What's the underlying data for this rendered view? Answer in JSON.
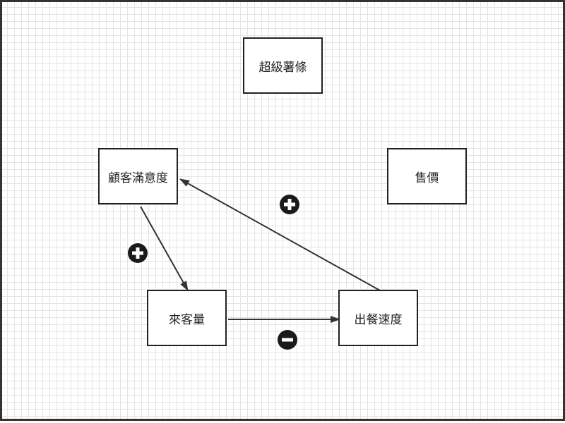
{
  "nodes": [
    {
      "id": "fries",
      "label": "超級薯條"
    },
    {
      "id": "satisfaction",
      "label": "顧客滿意度"
    },
    {
      "id": "price",
      "label": "售價"
    },
    {
      "id": "traffic",
      "label": "來客量"
    },
    {
      "id": "speed",
      "label": "出餐速度"
    }
  ],
  "edges": [
    {
      "from": "satisfaction",
      "to": "traffic",
      "polarity": "positive"
    },
    {
      "from": "traffic",
      "to": "speed",
      "polarity": "negative"
    },
    {
      "from": "speed",
      "to": "satisfaction",
      "polarity": "positive"
    }
  ],
  "colors": {
    "line": "#333333",
    "node_border": "#222222",
    "grid_minor": "#e4e4e4",
    "grid_major": "#c8c8c8"
  }
}
